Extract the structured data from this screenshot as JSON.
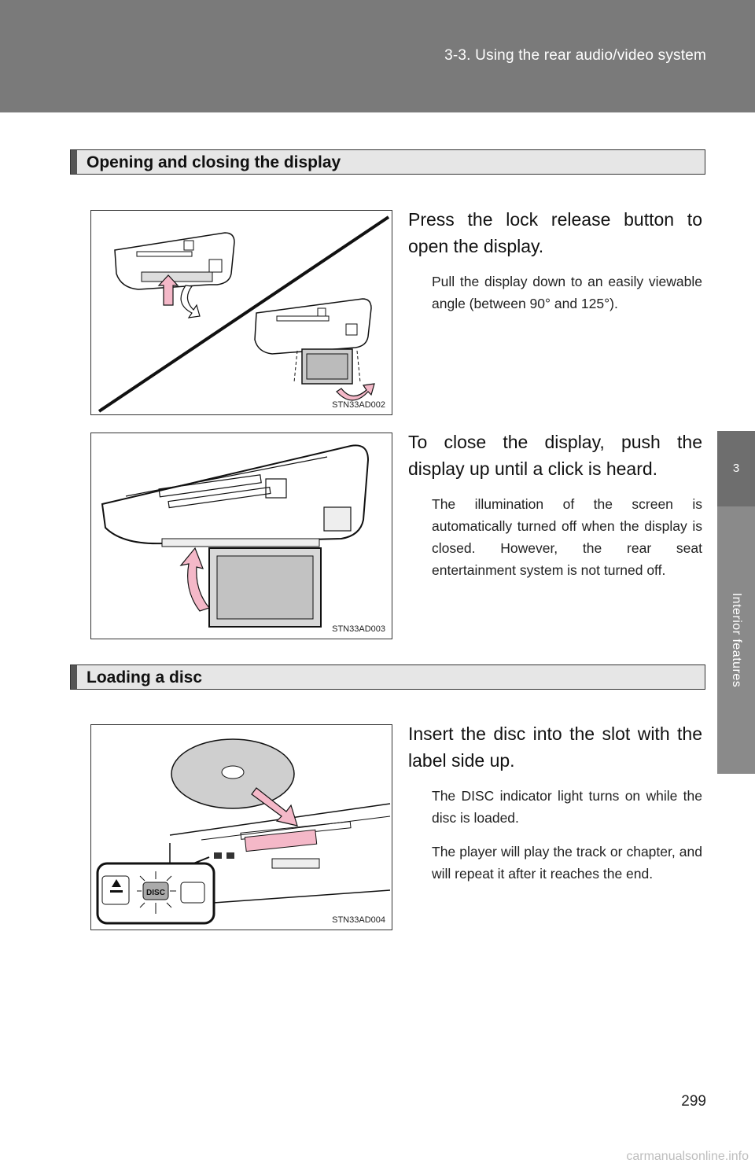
{
  "header": {
    "title": "3-3. Using the rear audio/video system"
  },
  "side_tab": {
    "number": "3",
    "label": "Interior features"
  },
  "sections": [
    {
      "title": "Opening and closing the display"
    },
    {
      "title": "Loading a disc"
    }
  ],
  "figures": [
    {
      "code": "STN33AD002"
    },
    {
      "code": "STN33AD003"
    },
    {
      "code": "STN33AD004",
      "button_label": "DISC"
    }
  ],
  "steps": [
    {
      "text": "Press the lock release button to open the display.",
      "note": "Pull the display down to an easily viewable angle (between 90° and 125°)."
    },
    {
      "text": "To close the display, push the display up until a click is heard.",
      "note": "The illumination of the screen is automatically turned off when the display is closed. However, the rear seat entertainment system is not turned off."
    },
    {
      "text": "Insert the disc into the slot with the label side up.",
      "notes": [
        "The DISC indicator light turns on while the disc is loaded.",
        "The player will play the track or chapter, and will repeat it after it reaches the end."
      ]
    }
  ],
  "page_number": "299",
  "watermark": "carmanualsonline.info",
  "colors": {
    "band": "#7a7a7a",
    "arrow": "#f4b8c8",
    "section_bg": "#e6e6e6"
  }
}
